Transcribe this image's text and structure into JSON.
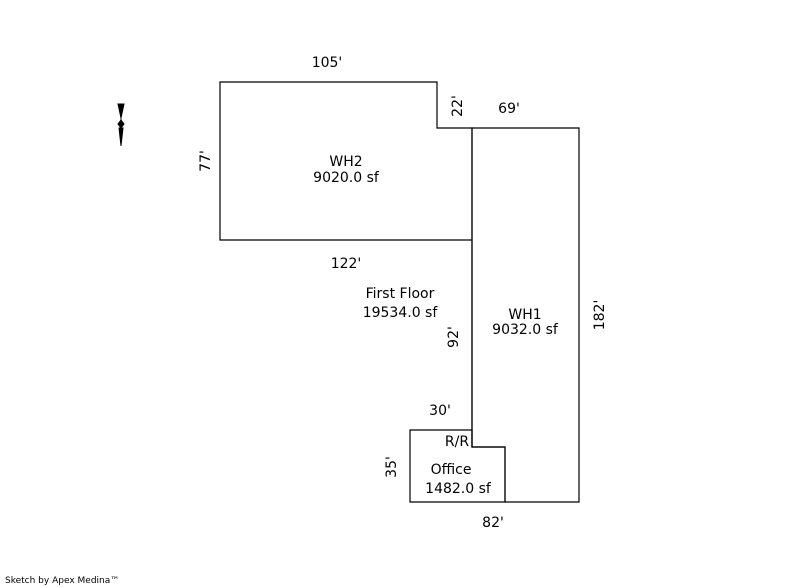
{
  "sketch": {
    "areas": {
      "wh2": {
        "name": "WH2",
        "area": "9020.0 sf"
      },
      "wh1": {
        "name": "WH1",
        "area": "9032.0 sf"
      },
      "office": {
        "name": "Office",
        "area": "1482.0 sf"
      },
      "first_floor": {
        "name": "First Floor",
        "area": "19534.0 sf"
      },
      "rr": "R/R"
    },
    "dimensions": {
      "top": "105'",
      "notch": "22'",
      "wh1_top": "69'",
      "wh2_left": "77'",
      "wh2_bottom": "122'",
      "right": "182'",
      "inner_vertical": "92'",
      "office_top": "30'",
      "office_left": "35'",
      "bottom": "82'"
    }
  },
  "footer": {
    "credit": "Sketch by Apex Medina™"
  },
  "colors": {
    "line": "#000000",
    "background": "#ffffff"
  }
}
